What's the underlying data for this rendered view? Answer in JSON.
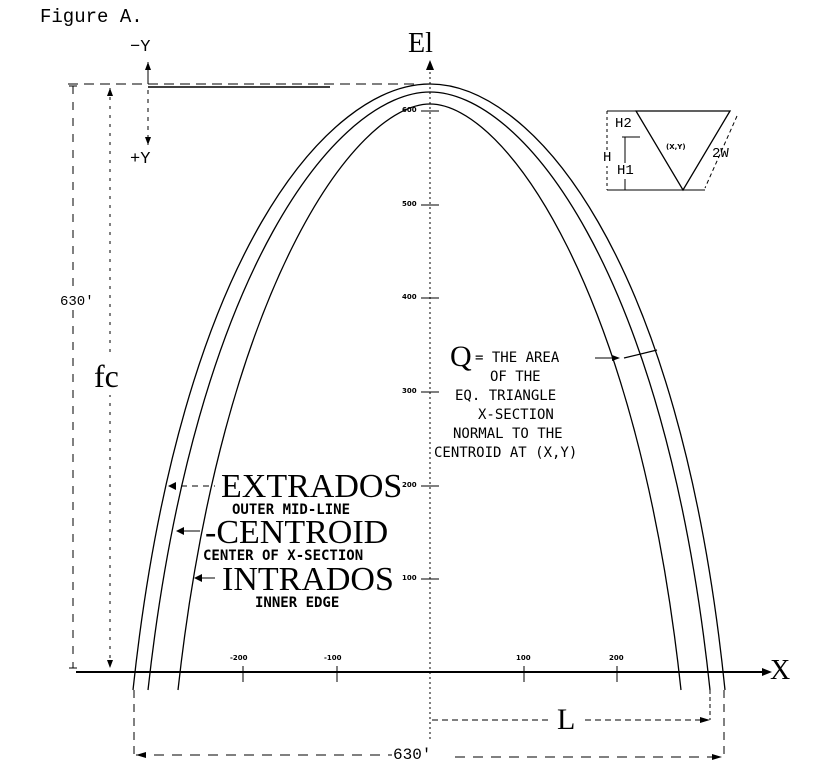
{
  "figure": {
    "title": "Figure A.",
    "axis_labels": {
      "vertical": "El",
      "horizontal": "X",
      "neg_y": "−Y",
      "pos_y": "+Y"
    },
    "dimensions": {
      "height": "630'",
      "width": "630'",
      "fc": "fc",
      "half_span": "L"
    },
    "curve_labels": [
      {
        "name": "EXTRADOS",
        "desc": "OUTER MID-LINE"
      },
      {
        "name": "-CENTROID",
        "desc": "CENTER OF X-SECTION"
      },
      {
        "name": "INTRADOS",
        "desc": "INNER EDGE"
      }
    ],
    "q_note": {
      "symbol": "Q",
      "lines": [
        "= THE AREA",
        "OF THE",
        "EQ. TRIANGLE",
        "X-SECTION",
        "NORMAL TO THE",
        "CENTROID AT (X,Y)"
      ]
    },
    "cross_section": {
      "h2": "H2",
      "h": "H",
      "h1": "H1",
      "w": "2W",
      "centroid": "(X,Y)"
    },
    "y_ticks": [
      "600",
      "500",
      "400",
      "300",
      "200",
      "100"
    ],
    "x_ticks": [
      "-200",
      "-100",
      "100",
      "200"
    ]
  }
}
